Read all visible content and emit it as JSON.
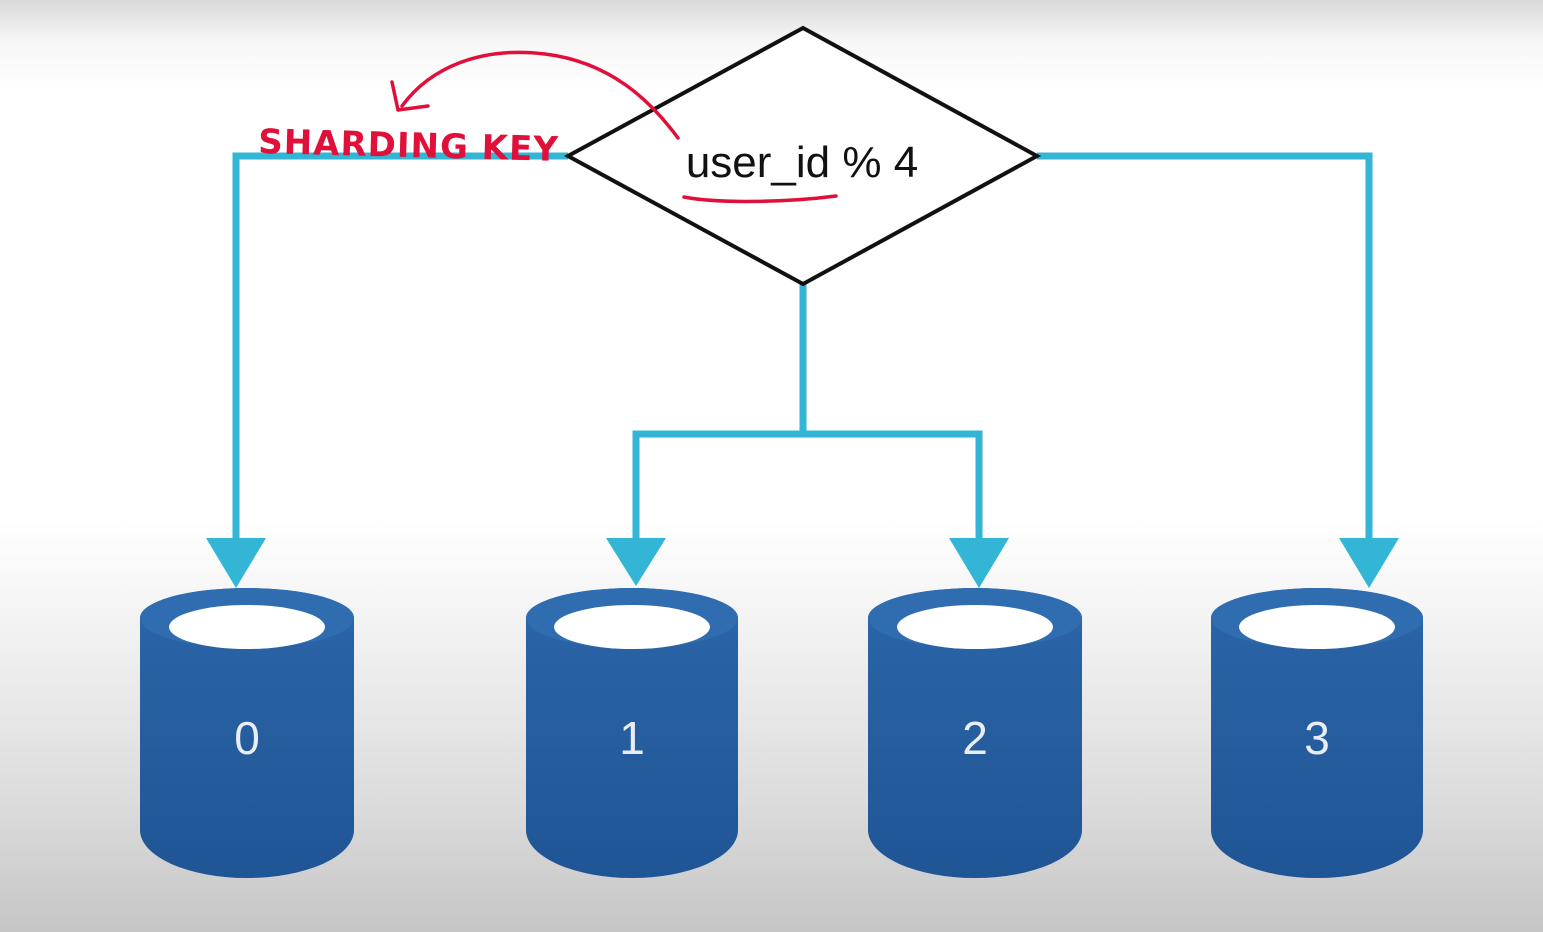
{
  "decision": {
    "label": "user_id % 4"
  },
  "annotation": {
    "label": "SHARDING KEY",
    "color": "#e0103a"
  },
  "connector_color": "#33b5d6",
  "database_color": "#2a62a3",
  "databases": [
    {
      "label": "0"
    },
    {
      "label": "1"
    },
    {
      "label": "2"
    },
    {
      "label": "3"
    }
  ]
}
